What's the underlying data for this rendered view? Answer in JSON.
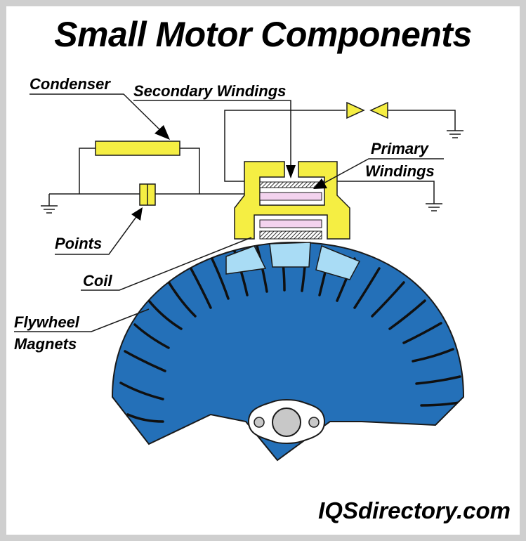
{
  "title": "Small Motor Components",
  "labels": {
    "condenser": "Condenser",
    "secondary_windings": "Secondary Windings",
    "primary_windings_line1": "Primary",
    "primary_windings_line2": "Windings",
    "points": "Points",
    "coil": "Coil",
    "flywheel_magnets_line1": "Flywheel",
    "flywheel_magnets_line2": "Magnets"
  },
  "watermark": "IQSdirectory.com",
  "colors": {
    "flywheel_blue": "#2470b8",
    "magnet_light_blue": "#a9dcf5",
    "yellow_core": "#f5ee43",
    "primary_winding_pink": "#f3d3ee",
    "frame_gray": "#cfcfcf"
  },
  "icons": [
    "ground-symbol",
    "spark-gap-arrows",
    "leader-arrow"
  ]
}
